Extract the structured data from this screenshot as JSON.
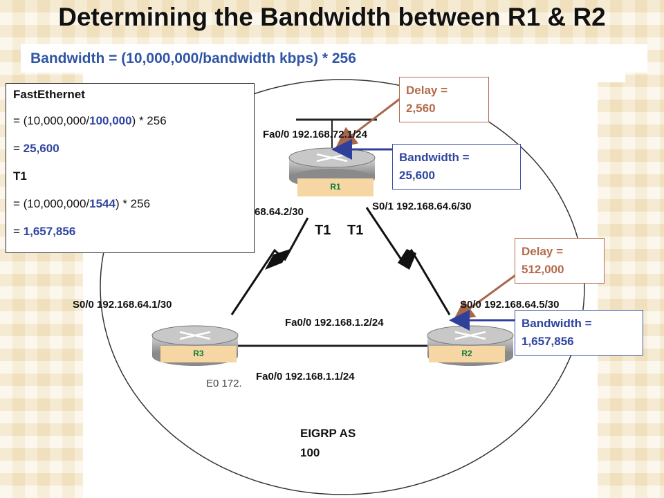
{
  "title": "Determining the Bandwidth between R1 & R2",
  "formula": "Bandwidth = (10,000,000/bandwidth kbps) * 256",
  "calc": {
    "fe_heading": "FastEthernet",
    "fe_expr_prefix": "= (10,000,000/",
    "fe_expr_value": "100,000",
    "fe_expr_suffix": ")  * 256",
    "fe_result_prefix": "= ",
    "fe_result_value": "25,600",
    "t1_heading": "T1",
    "t1_expr_prefix": "= (10,000,000/",
    "t1_expr_value": "1544",
    "t1_expr_suffix": ")  * 256",
    "t1_result_prefix": "= ",
    "t1_result_value": "1,657,856"
  },
  "routers": {
    "r1": "R1",
    "r2": "R2",
    "r3": "R3"
  },
  "labels": {
    "r1_fa00": "Fa0/0 192.168.72.1/24",
    "r1_s00_partial": "68.64.2/30",
    "r1_s01": "S0/1 192.168.64.6/30",
    "t1_left": "T1",
    "t1_right": "T1",
    "r3_s00": "S0/0 192.168.64.1/30",
    "r2_s00": "S0/0 192.168.64.5/30",
    "r2_fa00": "Fa0/0 192.168.1.2/24",
    "r3_fa00": "Fa0/0 192.168.1.1/24",
    "e0_partial": "E0 172."
  },
  "callouts": {
    "delay1_line1": "Delay =",
    "delay1_line2": "2,560",
    "bw1_line1": "Bandwidth =",
    "bw1_line2": "25,600",
    "delay2_line1": "Delay =",
    "delay2_line2": "512,000",
    "bw2_line1": "Bandwidth =",
    "bw2_line2": "1,657,856"
  },
  "eigrp": {
    "line1": "EIGRP AS",
    "line2": "100"
  },
  "colors": {
    "blue": "#2f45a0",
    "delay_brown": "#b46a4a",
    "router_label_green": "#0a7a3a",
    "router_tag_bg": "#f6d7a3"
  }
}
